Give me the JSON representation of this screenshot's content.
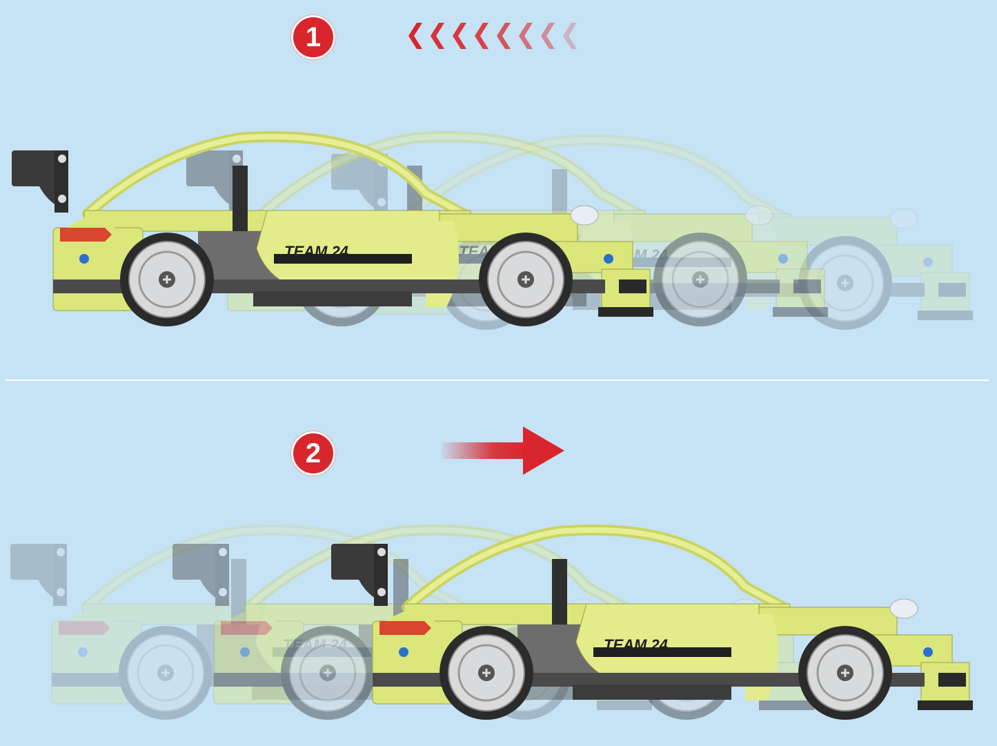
{
  "steps": [
    {
      "number": "1",
      "direction": "backward"
    },
    {
      "number": "2",
      "direction": "forward"
    }
  ],
  "car": {
    "decal_text": "TEAM 24",
    "body_color": "#dbe77a",
    "dark_color": "#3a3a3a",
    "wheel_color": "#d9dadb"
  },
  "colors": {
    "background": "#c6e2f5",
    "accent": "#d8262c",
    "divider": "#ffffff"
  }
}
